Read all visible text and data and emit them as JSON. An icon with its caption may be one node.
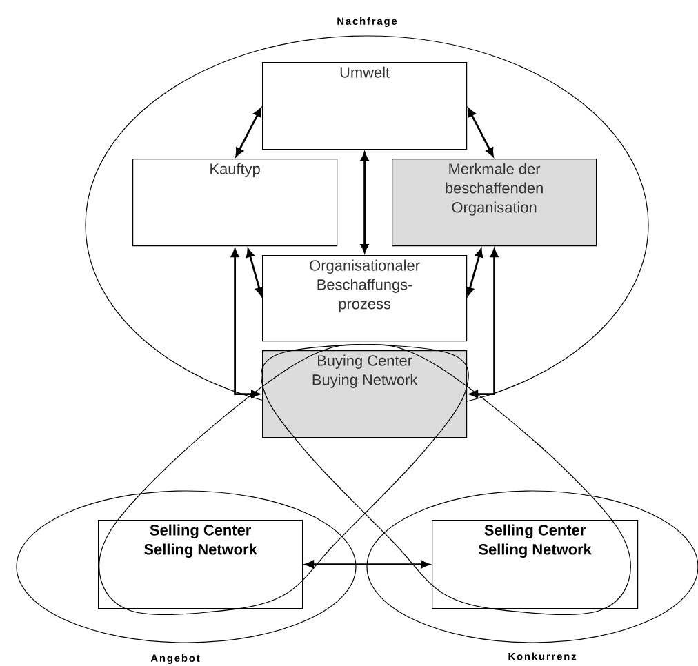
{
  "diagram": {
    "nodes": [
      {
        "text": [
          "Nachfrage"
        ]
      },
      {
        "text": [
          "Umwelt"
        ],
        "in": 0
      },
      {
        "text": [
          "Kauftyp"
        ],
        "in": 0
      },
      {
        "text": [
          "Merkmale der beschaffenden Organisation"
        ],
        "in": 0
      },
      {
        "text": [
          "Organisationaler Beschaffungs- prozess"
        ],
        "in": 0
      },
      {
        "text": [
          "Buying Center Buying Network"
        ]
      },
      {
        "text": [
          "Angebot"
        ]
      },
      {
        "text": [
          "Selling Center Selling Network"
        ],
        "in": 6
      },
      {
        "text": [
          "Konkurrenz"
        ]
      },
      {
        "text": [
          "Selling Center Selling Network"
        ],
        "in": 8
      }
    ],
    "edges": [
      {
        "from": 1,
        "to": 2,
        "arrow": "both"
      },
      {
        "from": 1,
        "to": 3,
        "arrow": "both"
      },
      {
        "from": 1,
        "to": 4,
        "arrow": "both"
      },
      {
        "from": 2,
        "to": 4,
        "arrow": "both"
      },
      {
        "from": 3,
        "to": 4,
        "arrow": "both"
      },
      {
        "from": 2,
        "to": 5,
        "arrow": "both"
      },
      {
        "from": 3,
        "to": 5,
        "arrow": "both"
      },
      {
        "from": 7,
        "to": 9,
        "arrow": "both"
      }
    ]
  }
}
